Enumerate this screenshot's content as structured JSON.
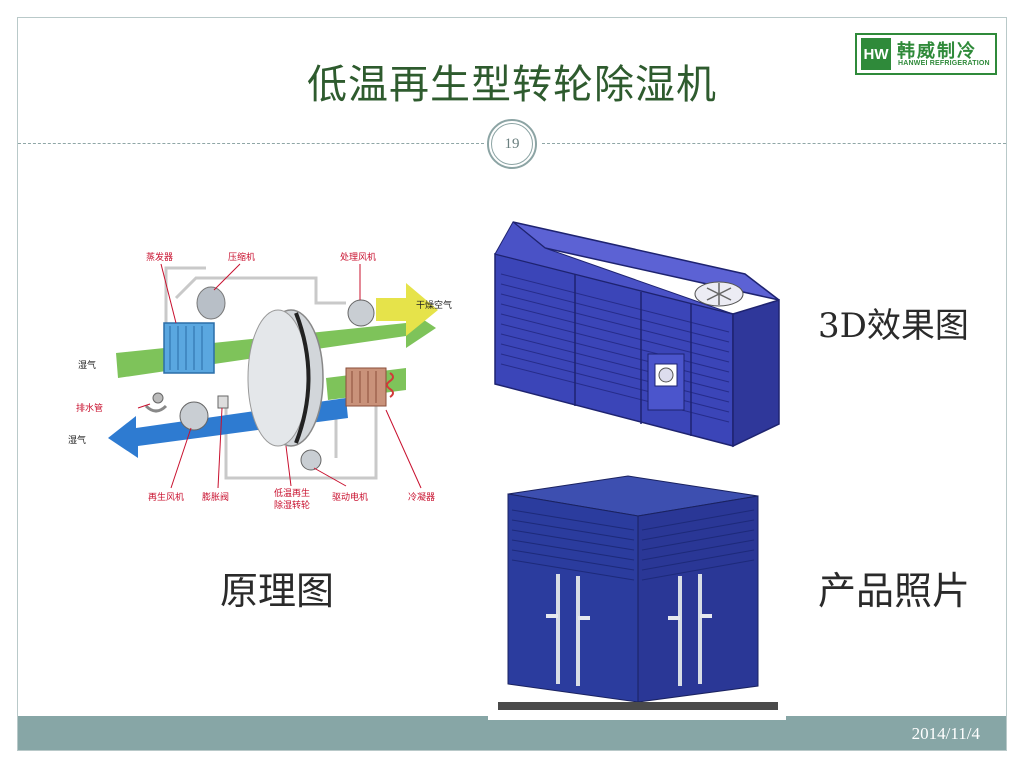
{
  "slide": {
    "title": "低温再生型转轮除湿机",
    "page_number": "19",
    "date": "2014/11/4"
  },
  "logo": {
    "mark": "HW",
    "chinese": "韩威制冷",
    "english": "HANWEI REFRIGERATION",
    "color": "#2f8a3a"
  },
  "diagram": {
    "labels": {
      "evaporator": "蒸发器",
      "compressor": "压缩机",
      "process_fan": "处理风机",
      "dry_air": "干燥空气",
      "wet_air_in": "湿气",
      "drain_pipe": "排水管",
      "wet_air_out": "湿气",
      "regen_fan": "再生风机",
      "expansion_valve": "膨胀阀",
      "rotor_line1": "低温再生",
      "rotor_line2": "除湿转轮",
      "drive_motor": "驱动电机",
      "condenser": "冷凝器"
    }
  },
  "captions": {
    "principle": "原理图",
    "render_3d": "3D效果图",
    "photo": "产品照片"
  },
  "colors": {
    "title": "#2e5b2e",
    "footer": "#87a6a6",
    "unit_blue": "#3b45b8",
    "label_red": "#c8102e"
  }
}
